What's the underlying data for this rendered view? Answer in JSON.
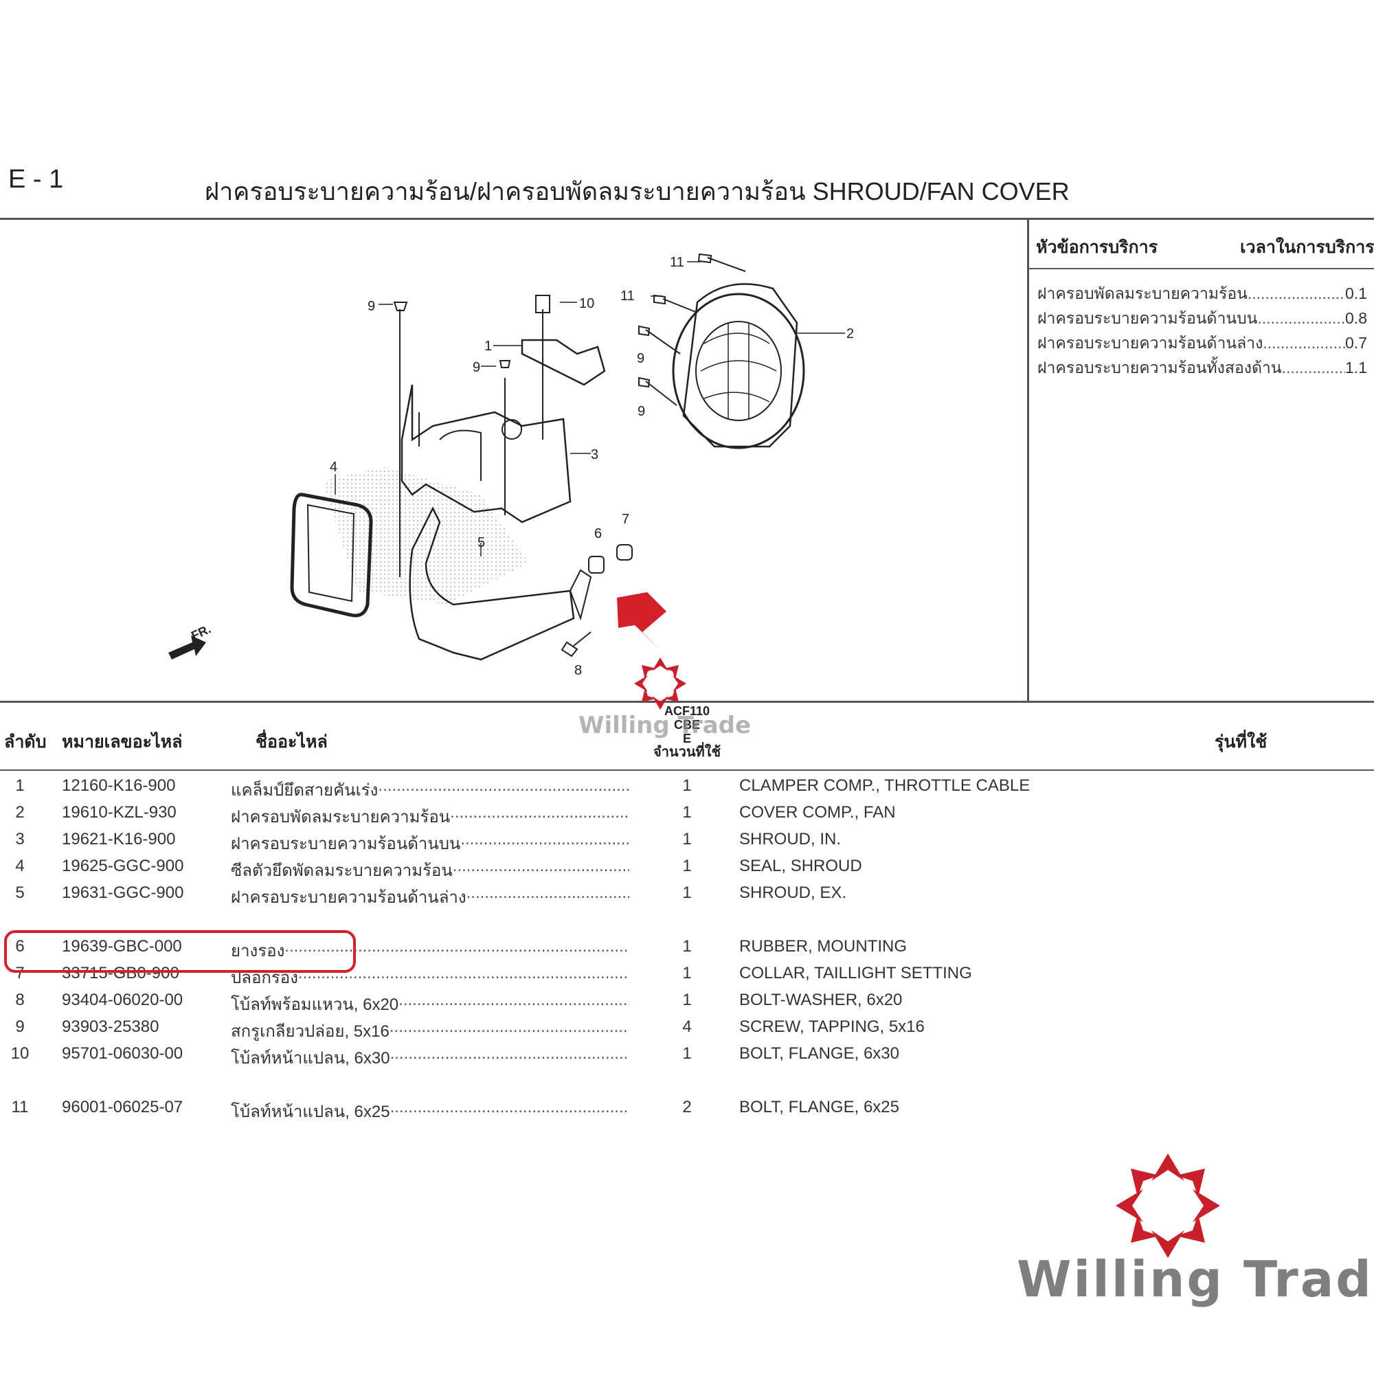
{
  "header": {
    "section_code": "E - 1",
    "title": "ฝาครอบระบายความร้อน/ฝาครอบพัดลมระบายความร้อน  SHROUD/FAN COVER"
  },
  "service": {
    "head_left": "หัวข้อการบริการ",
    "head_right": "เวลาในการบริการ",
    "items": [
      {
        "label": "ฝาครอบพัดลมระบายความร้อน",
        "value": "0.1"
      },
      {
        "label": "ฝาครอบระบายความร้อนด้านบน",
        "value": "0.8"
      },
      {
        "label": "ฝาครอบระบายความร้อนด้านล่าง",
        "value": "0.7"
      },
      {
        "label": "ฝาครอบระบายความร้อนทั้งสองด้าน",
        "value": "1.1"
      }
    ]
  },
  "diagram": {
    "callouts": [
      "1",
      "2",
      "3",
      "4",
      "5",
      "6",
      "7",
      "8",
      "9",
      "9",
      "9",
      "9",
      "10",
      "11",
      "11"
    ],
    "front_marker": "FR."
  },
  "table": {
    "col_no": "ลำดับ",
    "col_part_no": "หมายเลขอะไหล่",
    "col_name": "ชื่ออะไหล่",
    "col_model": "รุ่นที่ใช้",
    "model_code_1": "ACF110",
    "model_code_2": "CBE",
    "model_code_3": "E",
    "col_qty": "จำนวนที่ใช้",
    "rows": [
      {
        "no": "1",
        "part_no": "12160-K16-900",
        "name_th": "แคล็มป์ยึดสายคันเร่ง",
        "qty": "1",
        "name_en": "CLAMPER COMP., THROTTLE CABLE"
      },
      {
        "no": "2",
        "part_no": "19610-KZL-930",
        "name_th": "ฝาครอบพัดลมระบายความร้อน",
        "qty": "1",
        "name_en": "COVER COMP., FAN"
      },
      {
        "no": "3",
        "part_no": "19621-K16-900",
        "name_th": "ฝาครอบระบายความร้อนด้านบน",
        "qty": "1",
        "name_en": "SHROUD, IN."
      },
      {
        "no": "4",
        "part_no": "19625-GGC-900",
        "name_th": "ซีลตัวยึดพัดลมระบายความร้อน",
        "qty": "1",
        "name_en": "SEAL, SHROUD"
      },
      {
        "no": "5",
        "part_no": "19631-GGC-900",
        "name_th": "ฝาครอบระบายความร้อนด้านล่าง",
        "qty": "1",
        "name_en": "SHROUD, EX."
      },
      {
        "no": "6",
        "part_no": "19639-GBC-000",
        "name_th": "ยางรอง",
        "qty": "1",
        "name_en": "RUBBER, MOUNTING"
      },
      {
        "no": "7",
        "part_no": "33715-GB0-900",
        "name_th": "ปลอกรอง",
        "qty": "1",
        "name_en": "COLLAR, TAILLIGHT SETTING"
      },
      {
        "no": "8",
        "part_no": "93404-06020-00",
        "name_th": "โบ้ลท์พร้อมแหวน, 6x20",
        "qty": "1",
        "name_en": "BOLT-WASHER, 6x20"
      },
      {
        "no": "9",
        "part_no": "93903-25380",
        "name_th": "สกรูเกลียวปล่อย, 5x16",
        "qty": "4",
        "name_en": "SCREW, TAPPING, 5x16"
      },
      {
        "no": "10",
        "part_no": "95701-06030-00",
        "name_th": "โบ้ลท์หน้าแปลน, 6x30",
        "qty": "1",
        "name_en": "BOLT, FLANGE, 6x30"
      },
      {
        "no": "11",
        "part_no": "96001-06025-07",
        "name_th": "โบ้ลท์หน้าแปลน, 6x25",
        "qty": "2",
        "name_en": "BOLT, FLANGE, 6x25"
      }
    ]
  },
  "branding": {
    "watermark": "Willing Trade",
    "logo_text": "Willing Trade",
    "accent_color": "#d4202a"
  }
}
